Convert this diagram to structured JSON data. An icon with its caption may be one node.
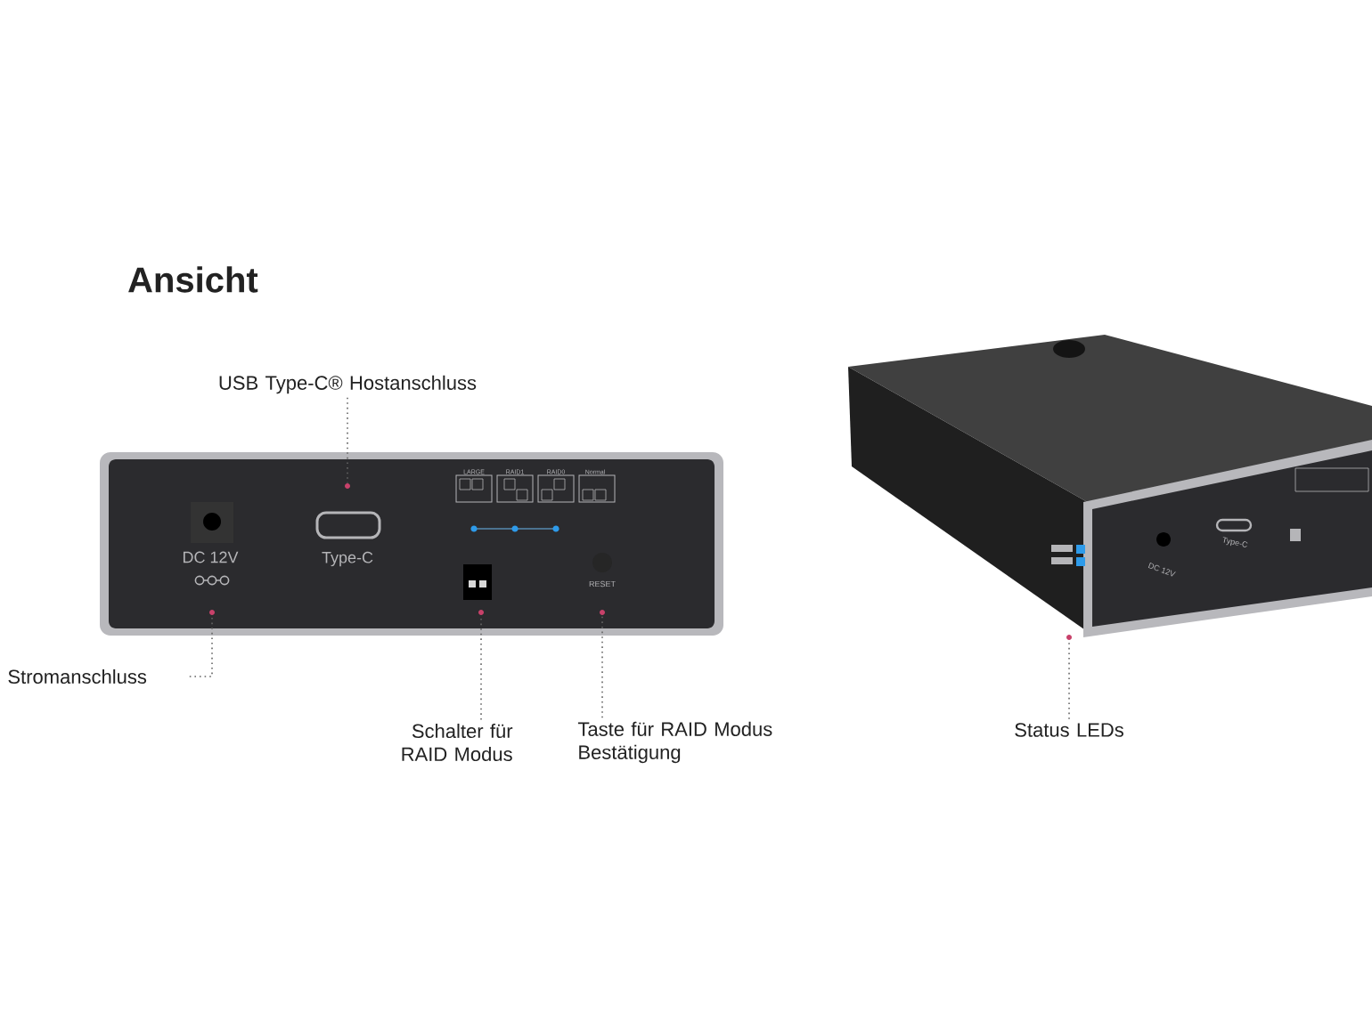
{
  "diagram": {
    "title": "Ansicht",
    "nodes": [
      {
        "text": [
          "USB Type-C® Hostanschluss"
        ]
      },
      {
        "text": [],
        "shape": "circle"
      },
      {
        "text": [
          "Stromanschluss"
        ]
      },
      {
        "text": [],
        "shape": "circle"
      },
      {
        "text": [
          "Schalter für RAID Modus"
        ]
      },
      {
        "text": [],
        "shape": "circle"
      },
      {
        "text": [
          "Taste für RAID Modus Bestätigung"
        ]
      },
      {
        "text": [],
        "shape": "circle"
      },
      {
        "text": [
          "Status LEDs"
        ]
      },
      {
        "text": [],
        "shape": "circle"
      }
    ],
    "edges": [
      {
        "from": 0,
        "to": 1,
        "arrow": "none"
      },
      {
        "from": 2,
        "to": 3,
        "arrow": "none"
      },
      {
        "from": 4,
        "to": 5,
        "arrow": "none"
      },
      {
        "from": 6,
        "to": 7,
        "arrow": "none"
      },
      {
        "from": 8,
        "to": 9,
        "arrow": "none"
      }
    ],
    "labels": [
      "DC 12V",
      "Type-C",
      "LARGE",
      "RAID1",
      "RAID0",
      "Normal",
      "RESET",
      "DC 12V",
      "Type-C"
    ]
  }
}
